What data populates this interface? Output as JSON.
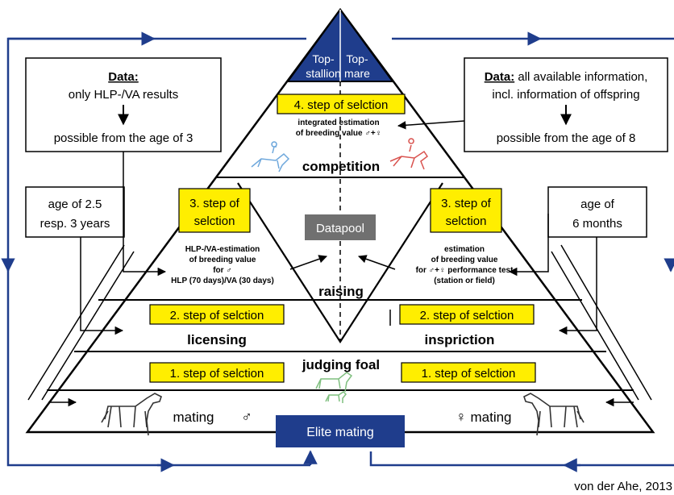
{
  "top": {
    "stallion": [
      "Top-",
      "stallion"
    ],
    "mare": [
      "Top-",
      "mare"
    ]
  },
  "data_left": {
    "title": "Data:",
    "line1": "only HLP-/VA results",
    "line2": "possible from the age of 3"
  },
  "data_right": {
    "title": "Data:",
    "title_rest": " all available information,",
    "line1": "incl. information of offspring",
    "line2": "possible from the age of 8"
  },
  "age_left": [
    "age of 2.5",
    "resp. 3 years"
  ],
  "age_right": [
    "age of",
    "6 months"
  ],
  "step4": "4. step of selction",
  "integrated": [
    "integrated estimation",
    "of breeding value ♂+♀"
  ],
  "competition": "competition",
  "step3_left": [
    "3. step of",
    "selction"
  ],
  "step3_right": [
    "3. step of",
    "selction"
  ],
  "datapool": "Datapool",
  "hlp_est": [
    "HLP-/VA-estimation",
    "of breeding value",
    "for ♂",
    "HLP (70 days)/VA (30 days)"
  ],
  "est_right": [
    "estimation",
    "of breeding value",
    "for ♂+♀ performance test",
    "(station or field)"
  ],
  "raising": "raising",
  "step2_left": "2. step of selction",
  "step2_right": "2. step of selction",
  "licensing": "licensing",
  "inspriction": "inspriction",
  "judging_foal": "judging foal",
  "step1_left": "1. step of selction",
  "step1_right": "1. step of selction",
  "mating_left": "mating",
  "male_symbol": "♂",
  "female_symbol": "♀",
  "mating_right": "mating",
  "elite_mating": "Elite mating",
  "credit": "von der Ahe, 2013",
  "colors": {
    "navy": "#1f3d8c",
    "yellow": "#ffee00",
    "datapool_gray": "#707070",
    "rider_blue": "#6fa8dc",
    "rider_red": "#d9534f",
    "foal_green": "#7fbf7f"
  }
}
